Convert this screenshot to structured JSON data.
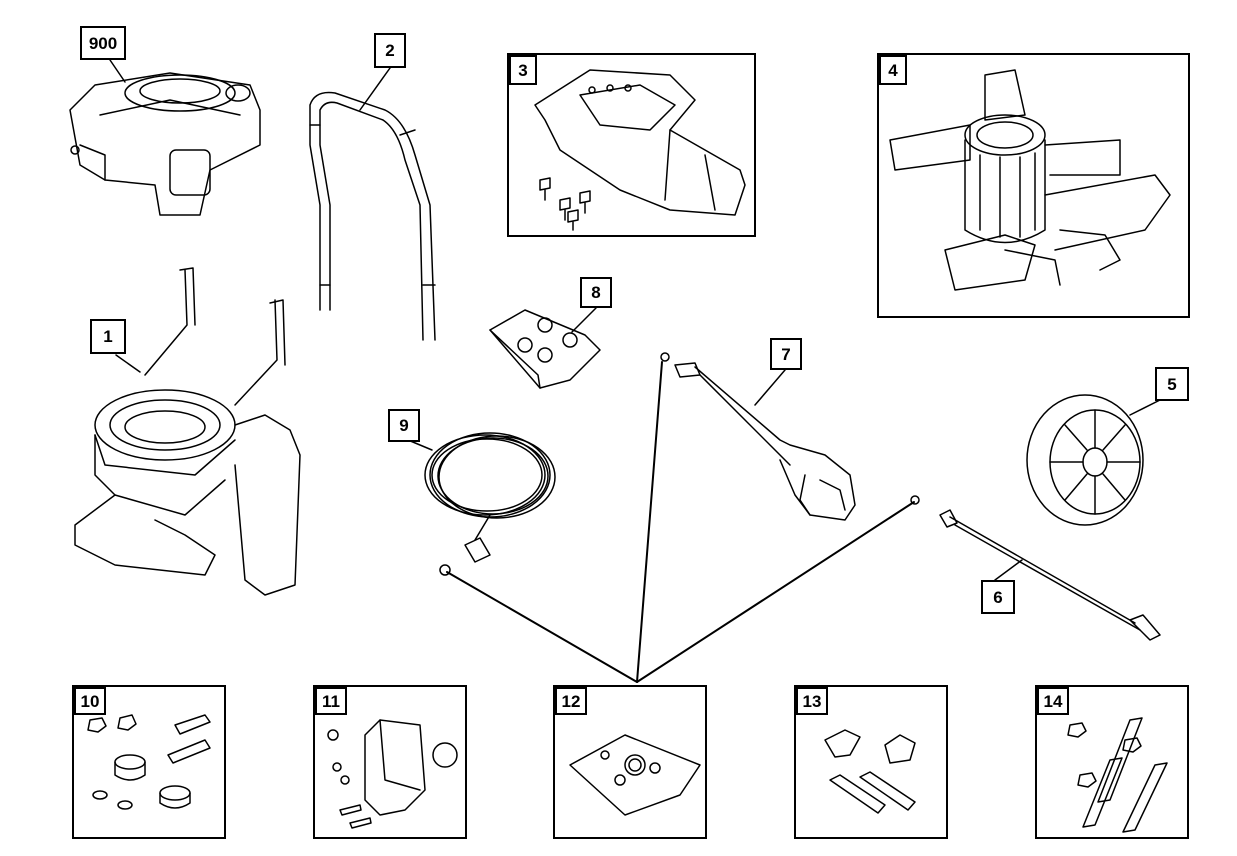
{
  "parts": [
    {
      "id": "engine",
      "label": "900",
      "icon": "engine-icon"
    },
    {
      "id": "frame",
      "label": "1",
      "icon": "frame-icon"
    },
    {
      "id": "handle",
      "label": "2",
      "icon": "handle-icon"
    },
    {
      "id": "bracket-kit",
      "label": "3",
      "icon": "bracket-icon"
    },
    {
      "id": "pump",
      "label": "4",
      "icon": "pump-icon"
    },
    {
      "id": "wheel",
      "label": "5",
      "icon": "wheel-icon"
    },
    {
      "id": "extension-wand",
      "label": "6",
      "icon": "wand-icon"
    },
    {
      "id": "spray-gun",
      "label": "7",
      "icon": "spray-gun-icon"
    },
    {
      "id": "nozzle-kit",
      "label": "8",
      "icon": "nozzle-kit-icon"
    },
    {
      "id": "hose",
      "label": "9",
      "icon": "hose-icon"
    },
    {
      "id": "isolator-kit",
      "label": "10",
      "icon": "isolator-kit-icon"
    },
    {
      "id": "soap-tank-kit",
      "label": "11",
      "icon": "soap-tank-icon"
    },
    {
      "id": "o-ring-kit",
      "label": "12",
      "icon": "o-ring-kit-icon"
    },
    {
      "id": "knob-kit",
      "label": "13",
      "icon": "knob-kit-icon"
    },
    {
      "id": "hardware-kit",
      "label": "14",
      "icon": "bolt-kit-icon"
    }
  ]
}
